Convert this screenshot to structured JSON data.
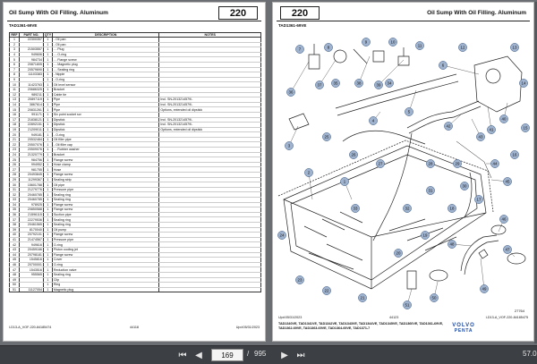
{
  "left_page": {
    "title": "Oil Sump With Oil Filling. Aluminum",
    "page_number": "220",
    "model_code": "TAD1361-69VE",
    "columns": [
      "REF",
      "PART NO.",
      "QTY",
      "DESCRIPTION",
      "NOTES"
    ],
    "rows": [
      [
        "1",
        "22300357",
        "1",
        "- Oil pan",
        ""
      ],
      [
        "2",
        "",
        "1",
        "- Oil pan",
        ""
      ],
      [
        "3",
        "21503557",
        "1",
        "- - Plug",
        ""
      ],
      [
        "4",
        "949606",
        "1",
        "- - O-ring",
        ""
      ],
      [
        "5",
        "984734",
        "1",
        "- - Flange screw",
        ""
      ],
      [
        "6",
        "20871805",
        "1",
        "- - Magnetic plug",
        ""
      ],
      [
        "7",
        "20579690",
        "1",
        "- - Sealing ring",
        ""
      ],
      [
        "8",
        "11103383",
        "1",
        "- Nipple",
        ""
      ],
      [
        "9",
        "",
        "1",
        "- O-ring",
        ""
      ],
      [
        "10",
        "11423763",
        "1",
        "Oil level sensor",
        ""
      ],
      [
        "11",
        "20686325",
        "1",
        "Bracket",
        ""
      ],
      [
        "12",
        "989211",
        "1",
        "Cable tie",
        ""
      ],
      [
        "13",
        "20897119",
        "1",
        "Pipe",
        "Incl. SN-2013214579/-"
      ],
      [
        "14",
        "3867614",
        "1",
        "Pipe",
        "Incl. SN-2013214579/-"
      ],
      [
        "15",
        "20831261",
        "1",
        "Pipe",
        "Options, extended oil dipstick"
      ],
      [
        "16",
        "991171",
        "1",
        "Six point socket scr",
        ""
      ],
      [
        "17",
        "21838121",
        "1",
        "Dipstick",
        "Incl. SN-2013214579/-"
      ],
      [
        "18",
        "22892151",
        "1",
        "Dipstick",
        "Incl. SN-2013214579/-"
      ],
      [
        "19",
        "21209011",
        "1",
        "Dipstick",
        "Options, extended oil dipstick"
      ],
      [
        "20",
        "949181",
        "1",
        "- O-ring",
        ""
      ],
      [
        "21",
        "20532484",
        "1",
        "Oil filler pipe",
        ""
      ],
      [
        "22",
        "20507076",
        "1",
        "- Oil filler cap",
        ""
      ],
      [
        "23",
        "20509076",
        "1",
        "- - Rubber washer",
        ""
      ],
      [
        "24",
        "21320779",
        "1",
        "Bracket",
        ""
      ],
      [
        "25",
        "984756",
        "1",
        "Flange screw",
        ""
      ],
      [
        "26",
        "994952",
        "1",
        "Hose clamp",
        ""
      ],
      [
        "27",
        "981755",
        "1",
        "Hose",
        ""
      ],
      [
        "28",
        "20493845",
        "1",
        "Flange screw",
        ""
      ],
      [
        "29",
        "11299367",
        "1",
        "Sealing strip",
        ""
      ],
      [
        "30",
        "15601788",
        "1",
        "Oil pipe",
        ""
      ],
      [
        "31",
        "21279776",
        "1",
        "Pressure pipe",
        ""
      ],
      [
        "32",
        "20460785",
        "1",
        "Sealing ring",
        ""
      ],
      [
        "33",
        "20460785",
        "1",
        "Sealing ring",
        ""
      ],
      [
        "34",
        "978925",
        "1",
        "Flange screw",
        ""
      ],
      [
        "35",
        "20850588",
        "1",
        "Flange screw",
        ""
      ],
      [
        "36",
        "21596115",
        "1",
        "Suction pipe",
        ""
      ],
      [
        "37",
        "22279536",
        "1",
        "Sealing ring",
        ""
      ],
      [
        "38",
        "20461565",
        "1",
        "Sealing ring",
        ""
      ],
      [
        "39",
        "8170040",
        "1",
        "Oil pump",
        ""
      ],
      [
        "40",
        "20792101",
        "1",
        "Flange screw",
        ""
      ],
      [
        "41",
        "21474567",
        "1",
        "Pressure pipe",
        ""
      ],
      [
        "42",
        "949616",
        "1",
        "O-ring",
        ""
      ],
      [
        "43",
        "20459166",
        "1",
        "Piston cooling jet",
        ""
      ],
      [
        "44",
        "20798181",
        "1",
        "Flange screw",
        ""
      ],
      [
        "45",
        "1545816",
        "1",
        "Cover",
        ""
      ],
      [
        "46",
        "20700001",
        "1",
        "O-ring",
        ""
      ],
      [
        "47",
        "1543516",
        "1",
        "Reduction valve",
        ""
      ],
      [
        "48",
        "955565",
        "1",
        "Sealing ring",
        ""
      ],
      [
        "49",
        "",
        "1",
        "Clip",
        ""
      ],
      [
        "50",
        "",
        "1",
        "Ring",
        ""
      ],
      [
        "51",
        "11127054",
        "1",
        "Magnetic plug",
        ""
      ]
    ],
    "footer_left": "I-D13-A_VOF-220-84185474",
    "footer_mid": "44118",
    "footer_right": "Upd:05/31/2023"
  },
  "right_page": {
    "page_number": "220",
    "title": "Oil Sump With Oil Filling. Aluminum",
    "model_code": "TAD1361-69VE",
    "drawing_ref": "27764",
    "callouts": [
      "36",
      "37",
      "38",
      "39",
      "40",
      "41",
      "42",
      "43",
      "44",
      "45",
      "46",
      "47",
      "48",
      "49",
      "50",
      "51",
      "1",
      "2",
      "3",
      "4",
      "5",
      "6",
      "7",
      "8",
      "9",
      "10",
      "11",
      "12",
      "13",
      "14",
      "15",
      "16",
      "17",
      "18",
      "19",
      "20",
      "21",
      "22",
      "23",
      "24",
      "25",
      "26",
      "27",
      "28",
      "29",
      "30",
      "31",
      "32",
      "33",
      "34",
      "35"
    ],
    "footer_left": "Upd:05/31/2023",
    "footer_mid": "44123",
    "footer_right": "I-D13-A_VOF-220-84185475",
    "models": "TAD1340VE, TAD1341VE, TAD1342VE, TAD1343VE, TAD1344VE, TAD1345VE, TAD1360VE, TAD1361-69VE, TAD1362-69VE, TAD1363-69VE, TAD1364-69VE, TAD1371-7",
    "brand_line1": "VOLVO",
    "brand_line2": "PENTA"
  },
  "toolbar": {
    "current_page": "169",
    "separator": "/",
    "total_pages": "995",
    "zoom": "57.0"
  }
}
